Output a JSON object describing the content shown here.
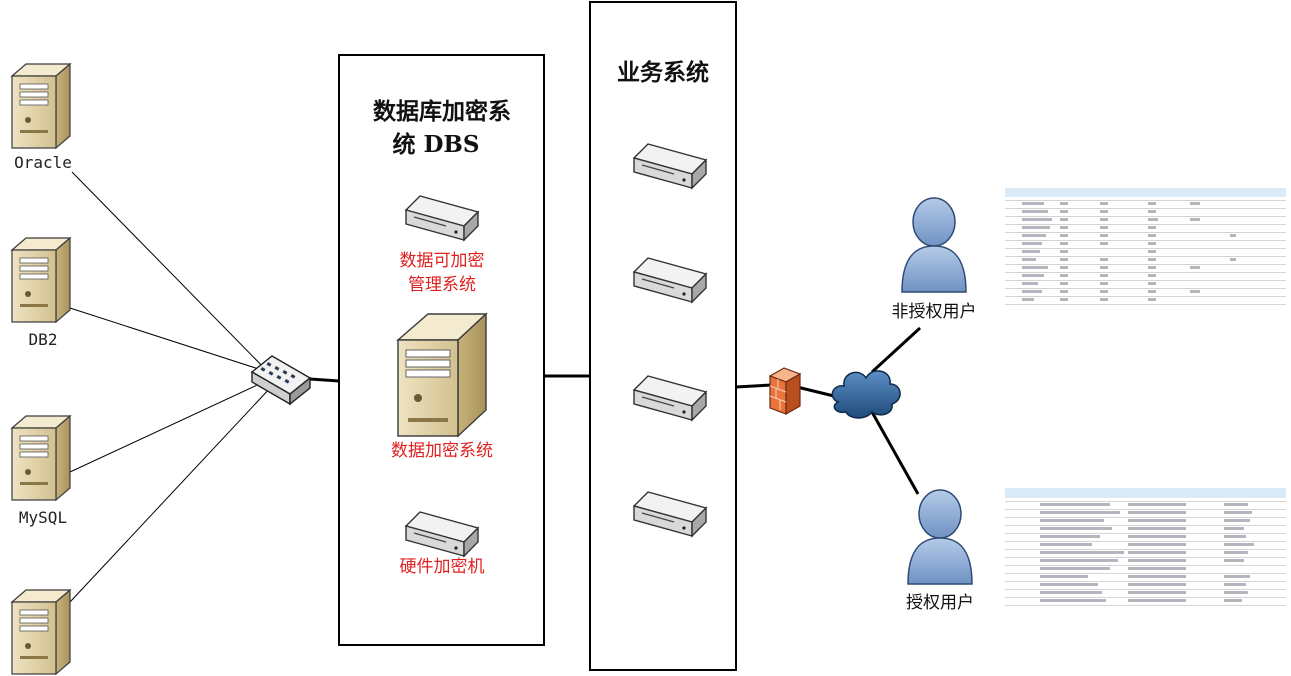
{
  "databases": [
    {
      "label": "Oracle",
      "icon": "tower-server-icon"
    },
    {
      "label": "DB2",
      "icon": "tower-server-icon"
    },
    {
      "label": "MySQL",
      "icon": "tower-server-icon"
    },
    {
      "label": "",
      "icon": "tower-server-icon"
    }
  ],
  "dbs_box": {
    "title_line1": "数据库加密系",
    "title_line2": "统 DBS",
    "manager_line1": "数据可加密",
    "manager_line2": "管理系统",
    "core_label": "数据加密系统",
    "hsm_label": "硬件加密机"
  },
  "business_box": {
    "title": "业务系统",
    "server_count_icons": [
      "rack-server-icon",
      "rack-server-icon",
      "rack-server-icon",
      "rack-server-icon"
    ]
  },
  "users": {
    "unauthorized_label": "非授权用户",
    "authorized_label": "授权用户"
  },
  "colors": {
    "red_text": "#e02020",
    "user_blue": "#8fb0d9",
    "cloud_blue": "#3a6fa8",
    "firewall_orange": "#e8743b"
  }
}
